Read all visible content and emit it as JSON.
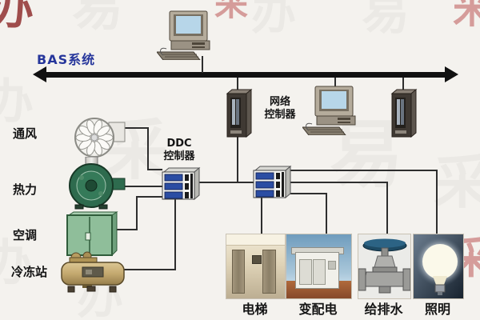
{
  "title": {
    "text": "BAS系统"
  },
  "controllers": {
    "network": {
      "label_line1": "网络",
      "label_line2": "控制器"
    },
    "ddc": {
      "label_line1": "DDC",
      "label_line2": "控制器"
    }
  },
  "field_devices": [
    {
      "id": "ventilation",
      "label": "通风",
      "icon": "fan-icon"
    },
    {
      "id": "heating",
      "label": "热力",
      "icon": "pump-icon"
    },
    {
      "id": "air-conditioning",
      "label": "空调",
      "icon": "air-handler-icon"
    },
    {
      "id": "chiller-station",
      "label": "冷冻站",
      "icon": "chiller-icon"
    }
  ],
  "monitored_systems": [
    {
      "id": "elevator",
      "label": "电梯"
    },
    {
      "id": "power-distribution",
      "label": "变配电"
    },
    {
      "id": "water-supply-drainage",
      "label": "给排水"
    },
    {
      "id": "lighting",
      "label": "照明"
    }
  ],
  "watermark": {
    "items": [
      {
        "char": "办"
      },
      {
        "char": "易"
      },
      {
        "char": "采"
      },
      {
        "char": "办"
      },
      {
        "char": "易"
      },
      {
        "char": "米"
      },
      {
        "char": "办"
      },
      {
        "char": "采"
      },
      {
        "char": "易"
      },
      {
        "char": "采"
      },
      {
        "char": "办"
      },
      {
        "char": "易"
      },
      {
        "char": "采"
      },
      {
        "char": "办"
      }
    ]
  },
  "colors": {
    "background": "#f4f2ee",
    "bus": "#111111",
    "connector": "#2e2e2e",
    "title_blue": "#26369b",
    "ddc_module_blue": "#2b4da3",
    "pump_green": "#2e6b4e",
    "ac_green": "#8cbd98",
    "chiller_tan": "#c9b17f"
  }
}
